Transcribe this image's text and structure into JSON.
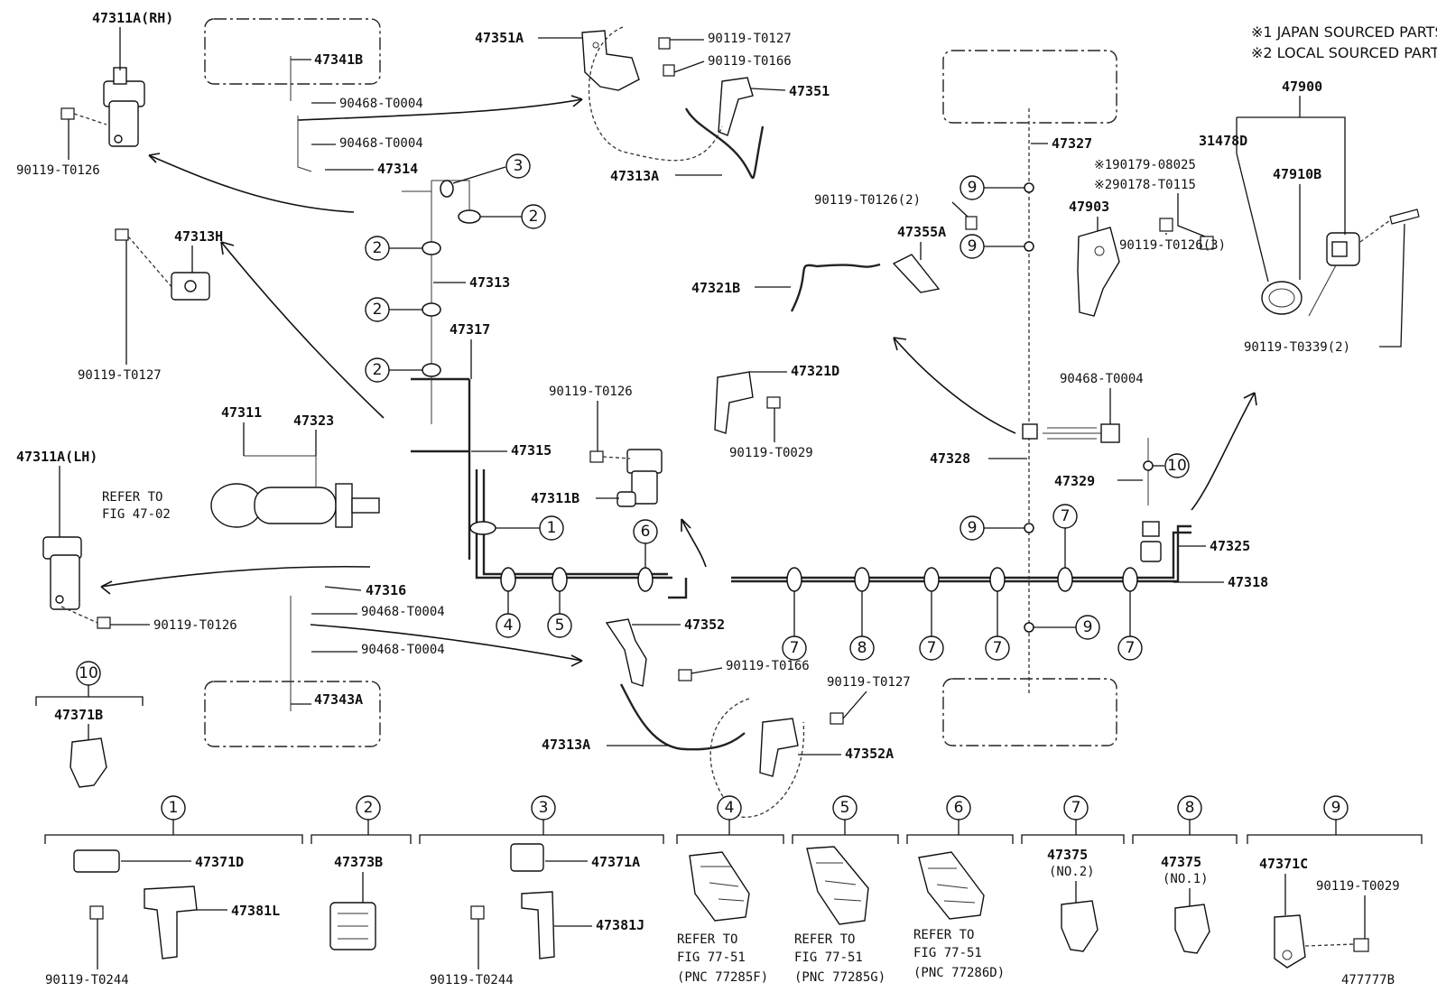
{
  "notes": [
    "※1 JAPAN SOURCED PARTS",
    "※2 LOCAL SOURCED PARTS"
  ],
  "illustration_number": "477777B",
  "labels": {
    "p47311A_RH": "47311A(RH)",
    "p47341B": "47341B",
    "p90468_T0004_a": "90468-T0004",
    "p90468_T0004_b": "90468-T0004",
    "p47314": "47314",
    "p90119_T0126_a": "90119-T0126",
    "p47351A": "47351A",
    "p90119_T0127_a": "90119-T0127",
    "p90119_T0166_a": "90119-T0166",
    "p47351": "47351",
    "p47313A_a": "47313A",
    "p47313H": "47313H",
    "p90119_T0127_b": "90119-T0127",
    "p47313": "47313",
    "p47317": "47317",
    "p47311": "47311",
    "p47323": "47323",
    "p47315": "47315",
    "p47311A_LH": "47311A(LH)",
    "refer_47_02_a": "REFER TO",
    "refer_47_02_b": "FIG 47-02",
    "p47316": "47316",
    "p90468_T0004_c": "90468-T0004",
    "p90468_T0004_d": "90468-T0004",
    "p90119_T0126_b": "90119-T0126",
    "p47343A": "47343A",
    "p90119_T0126_c": "90119-T0126",
    "p47311B": "47311B",
    "p47352": "47352",
    "p90119_T0166_b": "90119-T0166",
    "p90119_T0127_c": "90119-T0127",
    "p47313A_b": "47313A",
    "p47352A": "47352A",
    "p47327": "47327",
    "p90119_T0126_2": "90119-T0126(2)",
    "p47355A": "47355A",
    "p47321B": "47321B",
    "p47321D": "47321D",
    "p90119_T0029_a": "90119-T0029",
    "p90468_T0004_e": "90468-T0004",
    "p47328": "47328",
    "p47329": "47329",
    "p47325": "47325",
    "p47318": "47318",
    "p47900": "47900",
    "p31478D": "31478D",
    "p190179": "※190179-08025",
    "p290178": "※290178-T0115",
    "p47903": "47903",
    "p47910B": "47910B",
    "p90119_T0126_3": "90119-T0126(3)",
    "p90119_T0339_2": "90119-T0339(2)",
    "p47371B": "47371B"
  },
  "callouts": {
    "c1": "1",
    "c2": "2",
    "c3": "3",
    "c4": "4",
    "c5": "5",
    "c6": "6",
    "c7": "7",
    "c8": "8",
    "c9": "9",
    "c10": "10"
  },
  "legend": {
    "g1": {
      "num": "1",
      "parts": [
        "47371D",
        "47381L",
        "90119-T0244"
      ]
    },
    "g2": {
      "num": "2",
      "parts": [
        "47373B"
      ]
    },
    "g3": {
      "num": "3",
      "parts": [
        "47371A",
        "47381J",
        "90119-T0244"
      ]
    },
    "g4": {
      "num": "4",
      "refer": [
        "REFER TO",
        "FIG 77-51",
        "(PNC 77285F)"
      ]
    },
    "g5": {
      "num": "5",
      "refer": [
        "REFER TO",
        "FIG 77-51",
        "(PNC 77285G)"
      ]
    },
    "g6": {
      "num": "6",
      "refer": [
        "REFER TO",
        "FIG 77-51",
        "(PNC 77286D)"
      ]
    },
    "g7": {
      "num": "7",
      "parts": [
        "47375",
        "(NO.2)"
      ]
    },
    "g8": {
      "num": "8",
      "parts": [
        "47375",
        "(NO.1)"
      ]
    },
    "g9": {
      "num": "9",
      "parts": [
        "47371C",
        "90119-T0029"
      ]
    },
    "g10": {
      "num": "10"
    }
  }
}
